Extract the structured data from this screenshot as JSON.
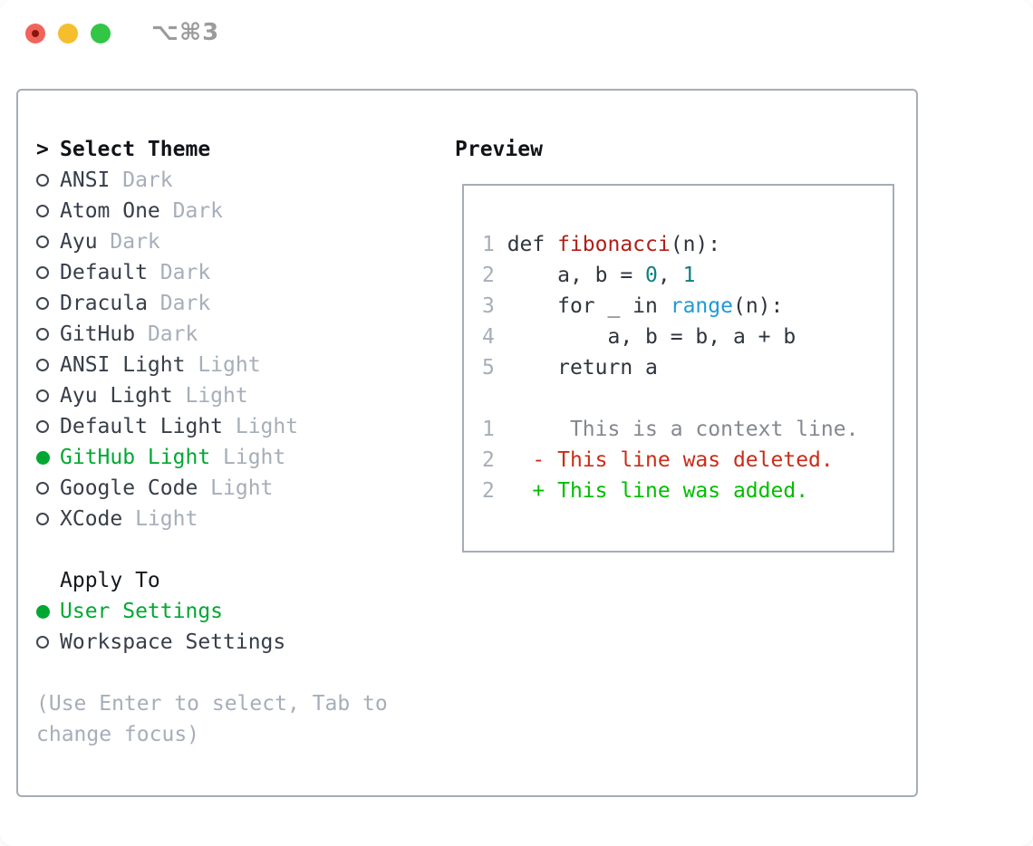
{
  "window": {
    "shortcut_label": "⌥⌘3",
    "traffic_lights": [
      {
        "name": "close",
        "color": "#f2635b",
        "dot_color": "#87170c"
      },
      {
        "name": "minimize",
        "color": "#f6bd2c"
      },
      {
        "name": "zoom",
        "color": "#32c546"
      }
    ]
  },
  "theme_panel": {
    "marker": ">",
    "title": "Select Theme",
    "themes": [
      {
        "name": "ANSI",
        "variant": "Dark",
        "selected": false
      },
      {
        "name": "Atom One",
        "variant": "Dark",
        "selected": false
      },
      {
        "name": "Ayu",
        "variant": "Dark",
        "selected": false
      },
      {
        "name": "Default",
        "variant": "Dark",
        "selected": false
      },
      {
        "name": "Dracula",
        "variant": "Dark",
        "selected": false
      },
      {
        "name": "GitHub",
        "variant": "Dark",
        "selected": false
      },
      {
        "name": "ANSI Light",
        "variant": "Light",
        "selected": false
      },
      {
        "name": "Ayu Light",
        "variant": "Light",
        "selected": false
      },
      {
        "name": "Default Light",
        "variant": "Light",
        "selected": false
      },
      {
        "name": "GitHub Light",
        "variant": "Light",
        "selected": true
      },
      {
        "name": "Google Code",
        "variant": "Light",
        "selected": false
      },
      {
        "name": "XCode",
        "variant": "Light",
        "selected": false
      }
    ],
    "apply_to": {
      "title": "Apply To",
      "options": [
        {
          "label": "User Settings",
          "selected": true
        },
        {
          "label": "Workspace Settings",
          "selected": false
        }
      ]
    },
    "hint_lines": [
      "(Use Enter to select, Tab to",
      "change focus)"
    ]
  },
  "preview": {
    "title": "Preview",
    "code_lines": [
      {
        "segments": [
          {
            "t": "1 ",
            "s": "num"
          },
          {
            "t": "def ",
            "s": "base"
          },
          {
            "t": "fibonacci",
            "s": "func"
          },
          {
            "t": "(n):",
            "s": "base"
          }
        ]
      },
      {
        "segments": [
          {
            "t": "2 ",
            "s": "num"
          },
          {
            "t": "    a, b = ",
            "s": "base"
          },
          {
            "t": "0",
            "s": "number"
          },
          {
            "t": ", ",
            "s": "base"
          },
          {
            "t": "1",
            "s": "number"
          }
        ]
      },
      {
        "segments": [
          {
            "t": "3 ",
            "s": "num"
          },
          {
            "t": "    for _ in ",
            "s": "base"
          },
          {
            "t": "range",
            "s": "builtin"
          },
          {
            "t": "(n):",
            "s": "base"
          }
        ]
      },
      {
        "segments": [
          {
            "t": "4 ",
            "s": "num"
          },
          {
            "t": "        a, b = b, a + b",
            "s": "base"
          }
        ]
      },
      {
        "segments": [
          {
            "t": "5 ",
            "s": "num"
          },
          {
            "t": "    return a",
            "s": "base"
          }
        ]
      },
      {
        "segments": []
      },
      {
        "segments": [
          {
            "t": "1",
            "s": "num"
          },
          {
            "t": "      This is a context line.",
            "s": "context"
          }
        ]
      },
      {
        "segments": [
          {
            "t": "2",
            "s": "num"
          },
          {
            "t": "   ",
            "s": "base"
          },
          {
            "t": "- This line was deleted.",
            "s": "deleted"
          }
        ]
      },
      {
        "segments": [
          {
            "t": "2",
            "s": "num"
          },
          {
            "t": "   ",
            "s": "base"
          },
          {
            "t": "+ This line was added.",
            "s": "added"
          }
        ]
      }
    ]
  },
  "colors": {
    "selection_green": "#00a832",
    "added_green": "#00bd00",
    "deleted_red": "#cb2c17",
    "function_red": "#b01f16",
    "number_teal": "#0d7f80",
    "builtin_blue": "#1f9ad6",
    "muted_gray": "#a6aeb9",
    "text_dark": "#373e49",
    "context_gray": "#83888f",
    "border_gray": "#a6adb7"
  }
}
